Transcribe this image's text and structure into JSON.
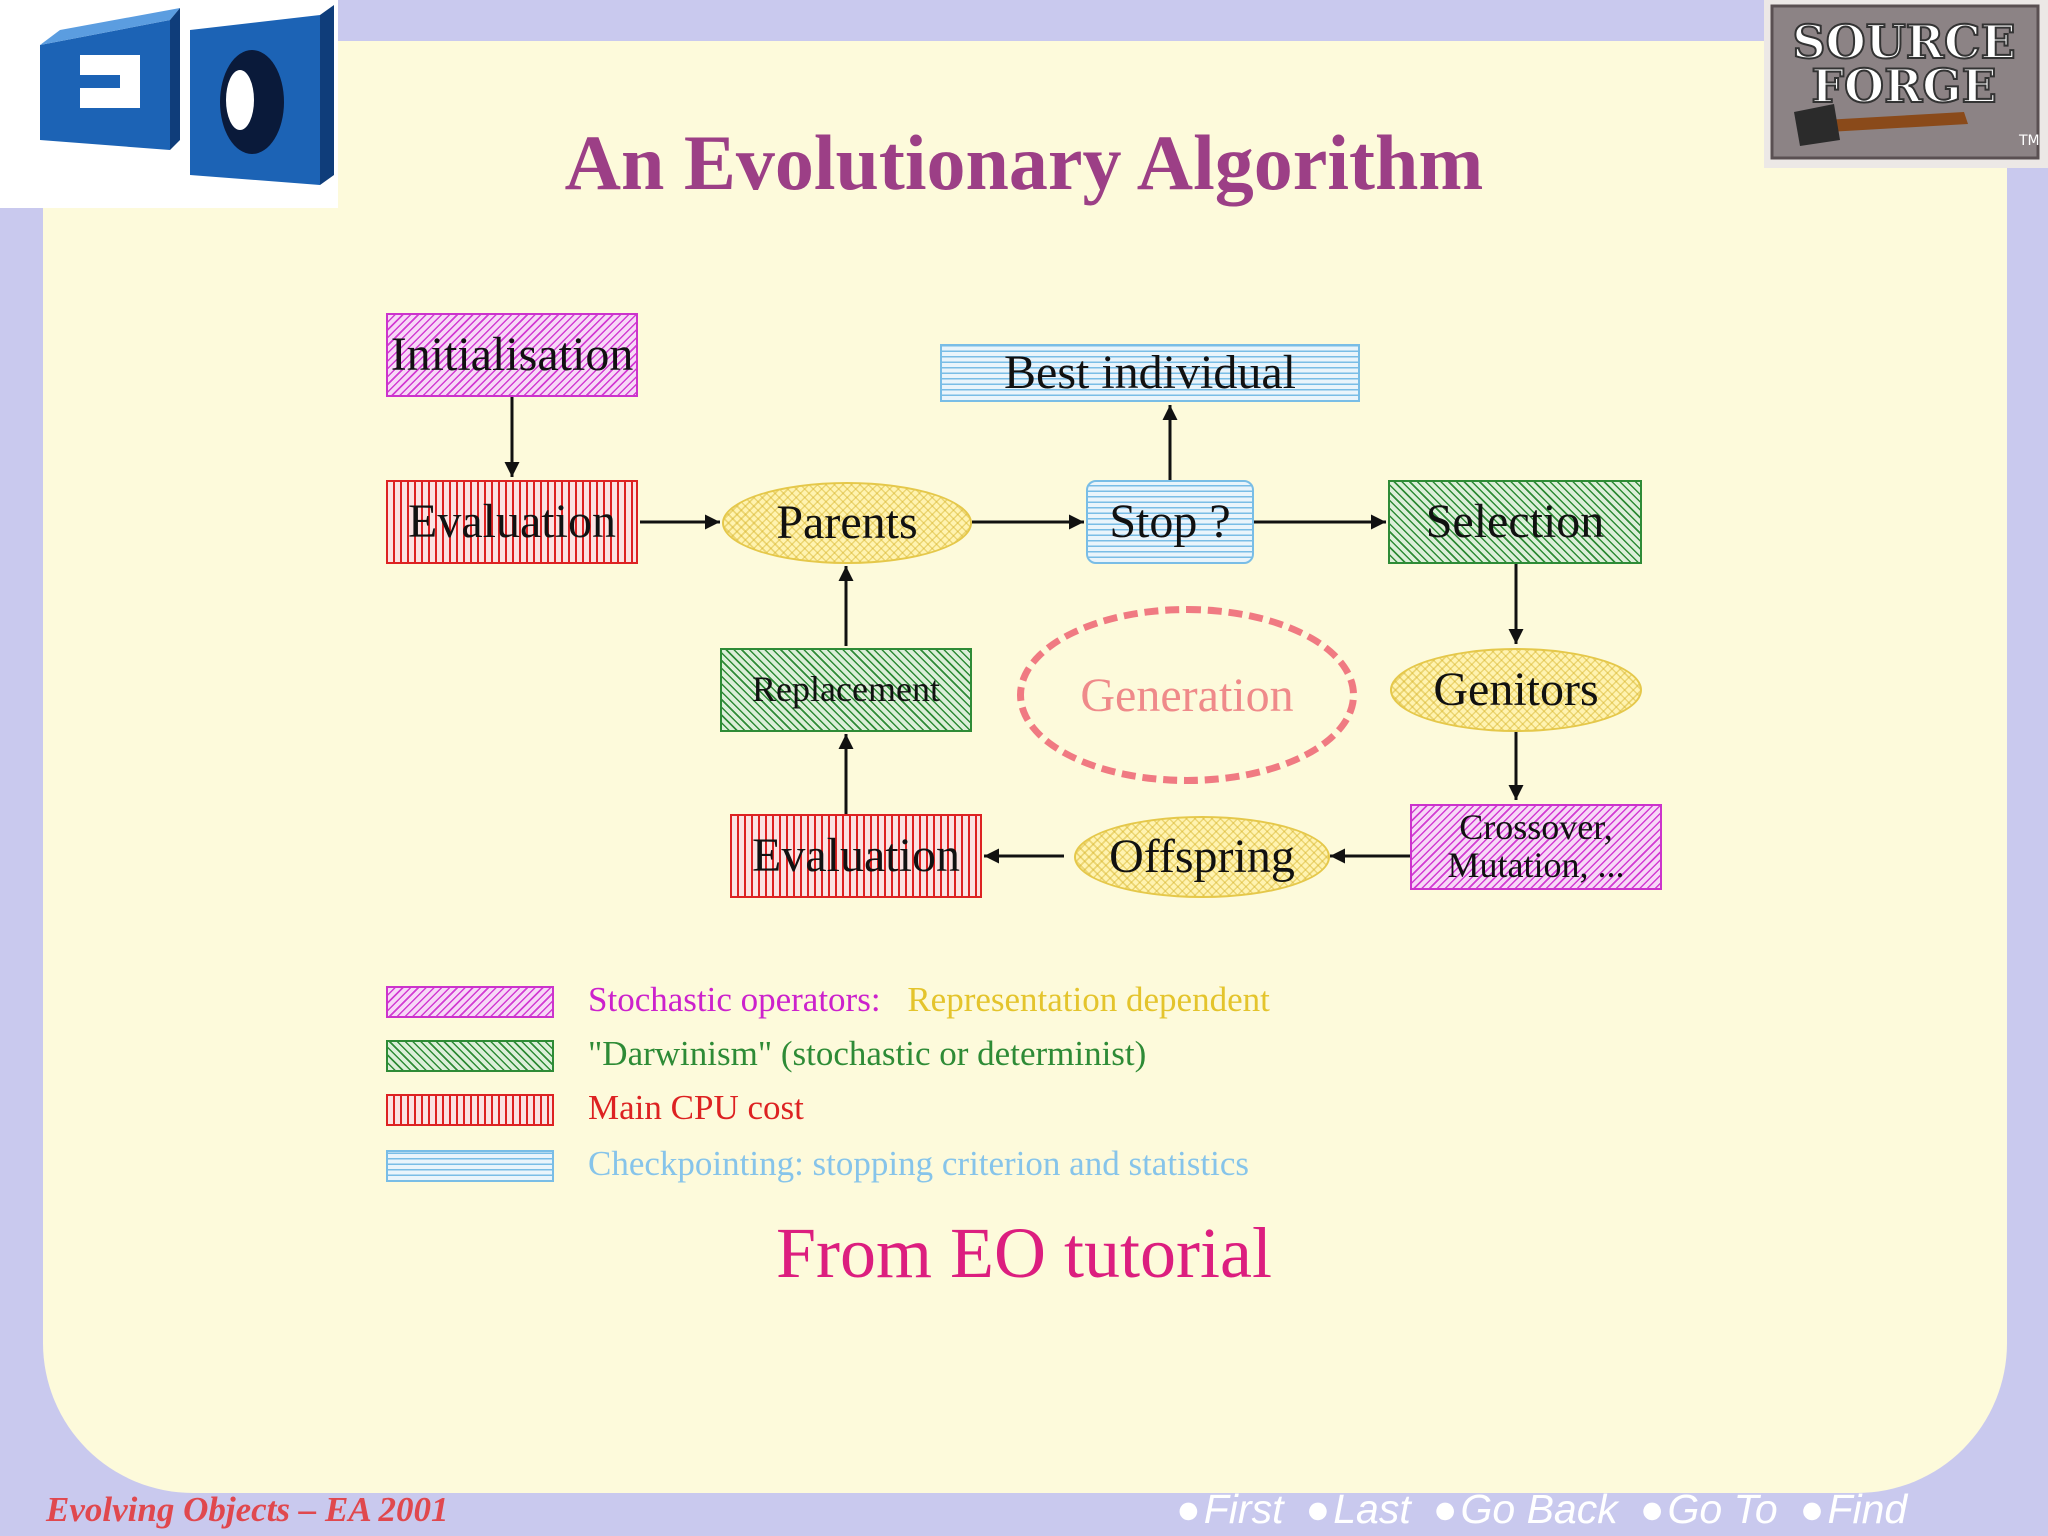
{
  "title": "An Evolutionary Algorithm",
  "logos": {
    "eo": "EO",
    "sourceforge_line1": "SOURCE",
    "sourceforge_line2": "FORGE",
    "sourceforge_tm": "TM"
  },
  "diagram": {
    "initialisation": "Initialisation",
    "evaluation_top": "Evaluation",
    "parents": "Parents",
    "stop": "Stop ?",
    "best_individual": "Best individual",
    "selection": "Selection",
    "genitors": "Genitors",
    "crossover_line1": "Crossover,",
    "crossover_line2": "Mutation, ...",
    "offspring": "Offspring",
    "evaluation_bottom": "Evaluation",
    "replacement": "Replacement",
    "generation": "Generation"
  },
  "legend": {
    "stochastic_label": "Stochastic operators:",
    "stochastic_note": "Representation dependent",
    "darwinism": "\"Darwinism\" (stochastic or determinist)",
    "cpu": "Main CPU cost",
    "checkpointing": "Checkpointing: stopping criterion and statistics"
  },
  "tutorial": "From EO tutorial",
  "footer": {
    "left": "Evolving Objects – EA 2001",
    "nav": [
      "First",
      "Last",
      "Go Back",
      "Go To",
      "Find"
    ]
  },
  "colors": {
    "title": "#9c3f86",
    "stochastic": "#cc33cc",
    "darwinism": "#2e8b36",
    "cpu": "#dd2222",
    "checkpoint": "#79bde6",
    "population": "#e5c84a",
    "generation": "#f07a82",
    "tutorial": "#dc1e7f"
  }
}
